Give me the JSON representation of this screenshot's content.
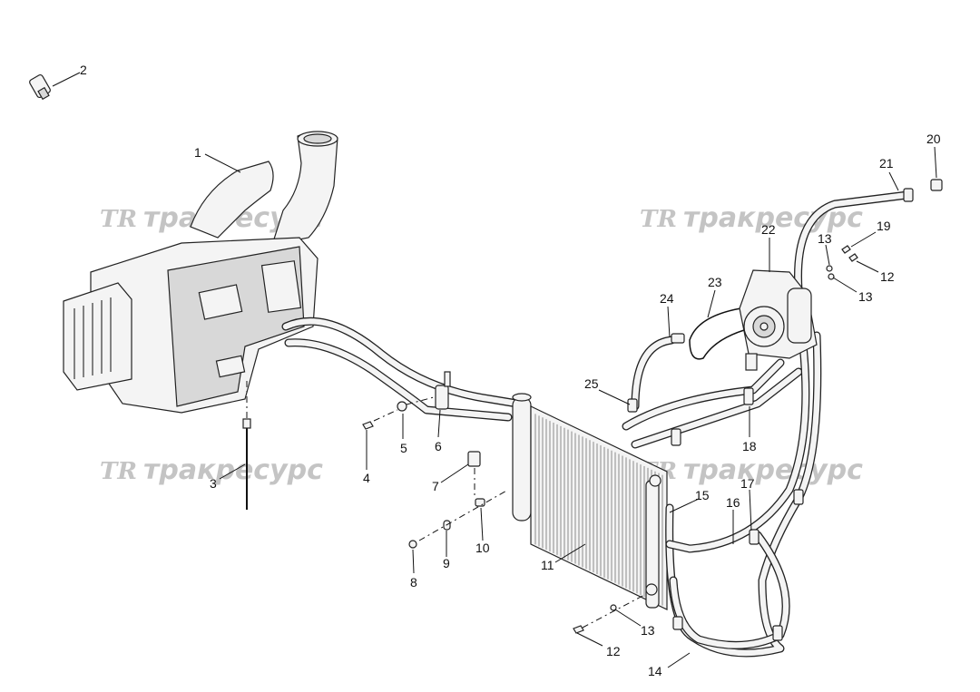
{
  "diagram": {
    "callouts": [
      "1",
      "2",
      "3",
      "4",
      "5",
      "6",
      "7",
      "8",
      "9",
      "10",
      "11",
      "12",
      "13",
      "14",
      "15",
      "16",
      "17",
      "18",
      "19",
      "20",
      "21",
      "22",
      "23",
      "24",
      "25"
    ],
    "callout_dup_12": "12",
    "callout_dup_13a": "13",
    "callout_dup_13b": "13"
  },
  "watermark": {
    "logo": "TR",
    "text": "тракресурс"
  },
  "colors": {
    "line": "#222222",
    "fill": "#f4f4f4",
    "watermark": "#c4c4c4"
  }
}
